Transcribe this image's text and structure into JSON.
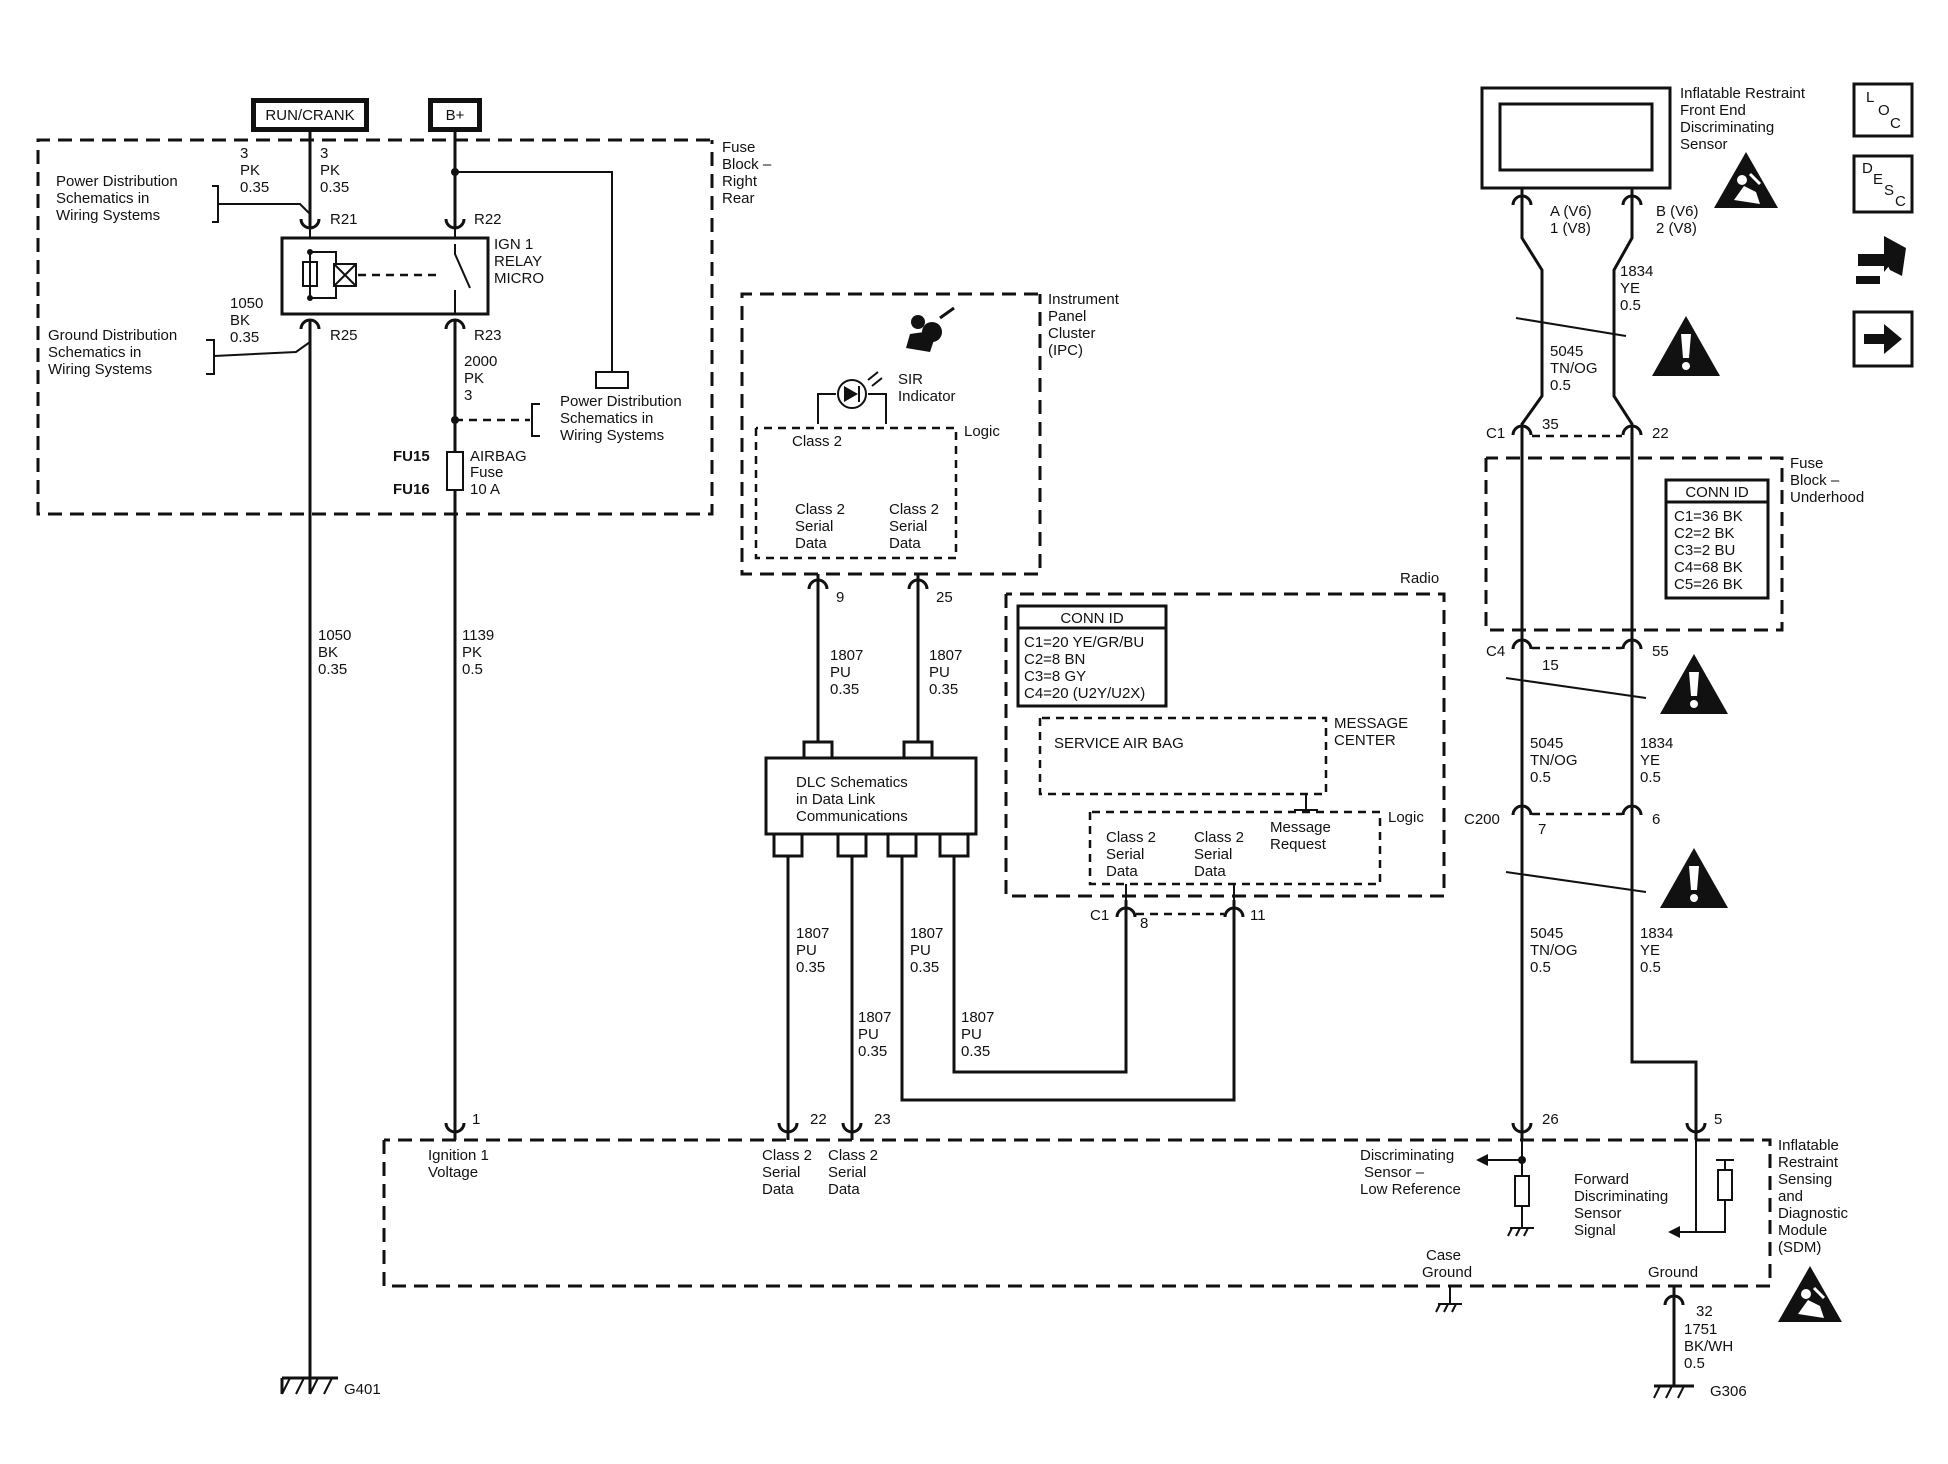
{
  "power_sources": {
    "run_crank": "RUN/CRANK",
    "b_plus": "B+"
  },
  "fuse_block_rear": {
    "title": [
      "Fuse",
      "Block –",
      "Right",
      "Rear"
    ],
    "relay": [
      "IGN 1",
      "RELAY",
      "MICRO"
    ],
    "fuse": [
      "AIRBAG",
      "Fuse",
      "10 A"
    ],
    "fuse_ids": [
      "FU15",
      "FU16"
    ],
    "pins": [
      "R21",
      "R22",
      "R25",
      "R23"
    ],
    "power_dist_left": [
      "Power Distribution",
      "Schematics in",
      "Wiring Systems"
    ],
    "ground_dist": [
      "Ground Distribution",
      "Schematics in",
      "Wiring Systems"
    ],
    "power_dist_right": [
      "Power Distribution",
      "Schematics in",
      "Wiring Systems"
    ],
    "wire_r21_left": [
      "3",
      "PK",
      "0.35"
    ],
    "wire_r21_right": [
      "3",
      "PK",
      "0.35"
    ],
    "wire_r25": [
      "1050",
      "BK",
      "0.35"
    ],
    "wire_r23": [
      "2000",
      "PK",
      "3"
    ]
  },
  "wires_main": {
    "gnd_wire": [
      "1050",
      "BK",
      "0.35"
    ],
    "pk_wire": [
      "1139",
      "PK",
      "0.5"
    ]
  },
  "ipc": {
    "title": [
      "Instrument",
      "Panel",
      "Cluster",
      "(IPC)"
    ],
    "indicator": [
      "SIR",
      "Indicator"
    ],
    "logic": "Logic",
    "class2": "Class 2",
    "serial_a": [
      "Class 2",
      "Serial",
      "Data"
    ],
    "serial_b": [
      "Class 2",
      "Serial",
      "Data"
    ],
    "pins": [
      "9",
      "25"
    ],
    "wire_a": [
      "1807",
      "PU",
      "0.35"
    ],
    "wire_b": [
      "1807",
      "PU",
      "0.35"
    ]
  },
  "dlc": {
    "lines": [
      "DLC Schematics",
      "in Data Link",
      "Communications"
    ]
  },
  "dlc_wires": {
    "w1": [
      "1807",
      "PU",
      "0.35"
    ],
    "w2": [
      "1807",
      "PU",
      "0.35"
    ],
    "w3": [
      "1807",
      "PU",
      "0.35"
    ],
    "w4": [
      "1807",
      "PU",
      "0.35"
    ]
  },
  "radio": {
    "title": "Radio",
    "conn_title": "CONN ID",
    "conn": [
      "C1=20 YE/GR/BU",
      "C2=8 BN",
      "C3=8 GY",
      "C4=20 (U2Y/U2X)"
    ],
    "service": "SERVICE AIR BAG",
    "message_center": [
      "MESSAGE",
      "CENTER"
    ],
    "logic": "Logic",
    "serial_a": [
      "Class 2",
      "Serial",
      "Data"
    ],
    "serial_b": [
      "Class 2",
      "Serial",
      "Data"
    ],
    "message_request": [
      "Message",
      "Request"
    ],
    "conn_label": "C1",
    "pins": [
      "8",
      "11"
    ]
  },
  "sensor": {
    "title": [
      "Inflatable Restraint",
      "Front End",
      "Discriminating",
      "Sensor"
    ],
    "pin_a": [
      "A (V6)",
      "1 (V8)"
    ],
    "pin_b": [
      "B (V6)",
      "2 (V8)"
    ],
    "wire_ye_top": [
      "1834",
      "YE",
      "0.5"
    ],
    "wire_tn_top": [
      "5045",
      "TN/OG",
      "0.5"
    ]
  },
  "fuse_block_underhood": {
    "title": [
      "Fuse",
      "Block –",
      "Underhood"
    ],
    "conn_title": "CONN ID",
    "conn": [
      "C1=36 BK",
      "C2=2 BK",
      "C3=2 BU",
      "C4=68 BK",
      "C5=26 BK"
    ],
    "c1": "C1",
    "c1_pins": [
      "35",
      "22"
    ],
    "c4": "C4",
    "c4_pins": [
      "15",
      "55"
    ]
  },
  "mid_wires": {
    "tn_mid": [
      "5045",
      "TN/OG",
      "0.5"
    ],
    "ye_mid": [
      "1834",
      "YE",
      "0.5"
    ],
    "c200": "C200",
    "c200_pins": [
      "7",
      "6"
    ],
    "tn_low": [
      "5045",
      "TN/OG",
      "0.5"
    ],
    "ye_low": [
      "1834",
      "YE",
      "0.5"
    ]
  },
  "sdm": {
    "title": [
      "Inflatable",
      "Restraint",
      "Sensing",
      "and",
      "Diagnostic",
      "Module",
      "(SDM)"
    ],
    "pins": [
      "1",
      "22",
      "23",
      "26",
      "5",
      "32"
    ],
    "ignition": [
      "Ignition 1",
      "Voltage"
    ],
    "serial_a": [
      "Class 2",
      "Serial",
      "Data"
    ],
    "serial_b": [
      "Class 2",
      "Serial",
      "Data"
    ],
    "disc_low": [
      "Discriminating",
      "Sensor –",
      "Low Reference"
    ],
    "forward": [
      "Forward",
      "Discriminating",
      "Sensor",
      "Signal"
    ],
    "case_ground": [
      "Case",
      "Ground"
    ],
    "ground": "Ground",
    "gnd_wire": [
      "1751",
      "BK/WH",
      "0.5"
    ]
  },
  "grounds": {
    "g401": "G401",
    "g306": "G306"
  },
  "nav_icons": {
    "loc": [
      "L",
      "O",
      "C"
    ],
    "desc": [
      "D",
      "E",
      "S",
      "C"
    ]
  }
}
